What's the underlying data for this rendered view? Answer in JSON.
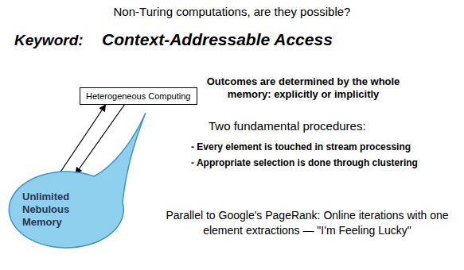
{
  "diagram": {
    "title": "Non-Turing computations, are they possible?",
    "nodes": [
      {
        "text": [
          "Heterogeneous Computing"
        ]
      },
      {
        "text": [
          "Unlimited Nebulous Memory"
        ]
      }
    ],
    "edges": [
      {
        "from": 1,
        "to": 0,
        "arrow": "to"
      },
      {
        "from": 0,
        "to": 1,
        "arrow": "to"
      }
    ],
    "labels": [
      "Keyword:",
      "Context-Addressable Access",
      "Outcomes are determined by the whole memory: explicitly or implicitly",
      "Two fundamental procedures:",
      "- Every element is touched in stream processing",
      "- Appropriate selection is done through clustering",
      "Parallel to Google's PageRank: Online iterations with one element extractions — \"I'm Feeling Lucky\""
    ]
  }
}
